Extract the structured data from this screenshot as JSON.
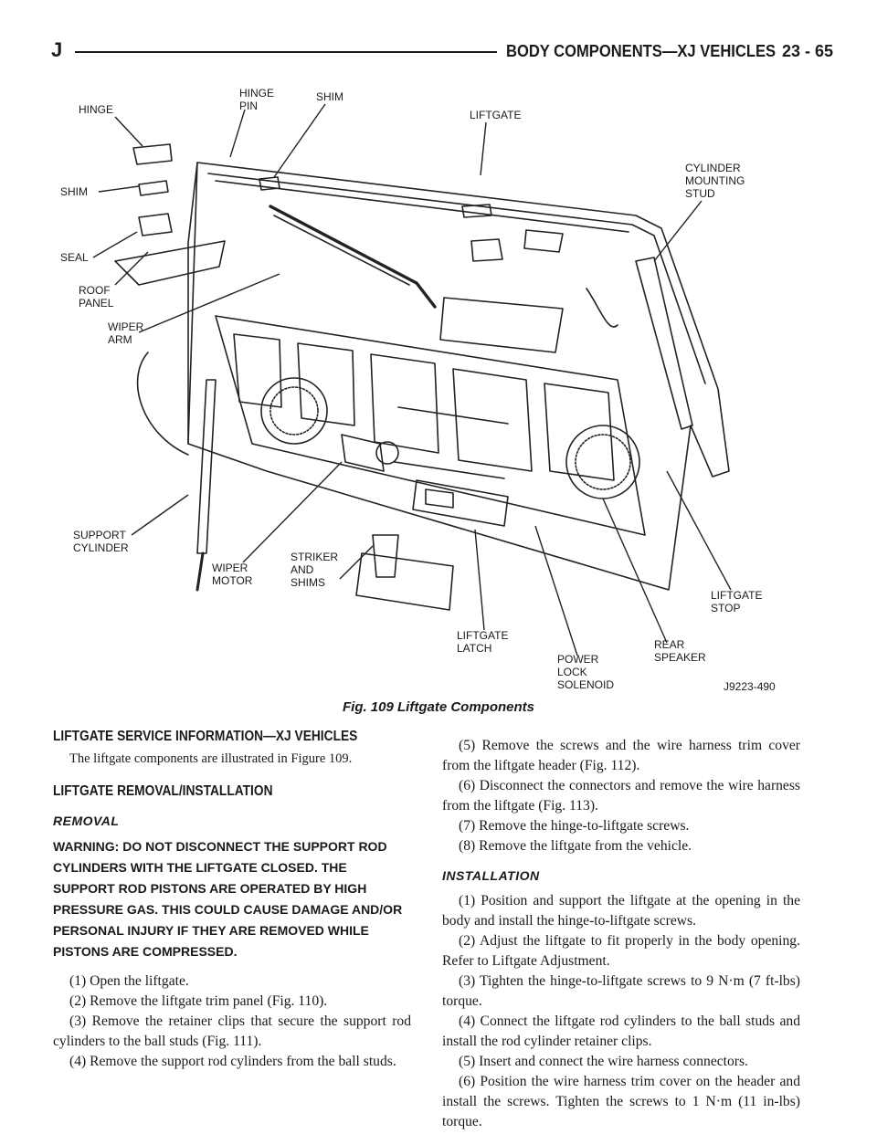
{
  "header": {
    "letter": "J",
    "title": "BODY COMPONENTS—XJ VEHICLES",
    "page": "23 - 65"
  },
  "figure": {
    "caption": "Fig. 109 Liftgate Components",
    "code": "J9223-490",
    "labels": {
      "hinge": "HINGE",
      "hinge_pin_1": "HINGE",
      "hinge_pin_2": "PIN",
      "shim_top": "SHIM",
      "liftgate": "LIFTGATE",
      "cyl_1": "CYLINDER",
      "cyl_2": "MOUNTING",
      "cyl_3": "STUD",
      "shim_left": "SHIM",
      "seal": "SEAL",
      "roof_1": "ROOF",
      "roof_2": "PANEL",
      "wiper_arm_1": "WIPER",
      "wiper_arm_2": "ARM",
      "support_1": "SUPPORT",
      "support_2": "CYLINDER",
      "wiper_motor_1": "WIPER",
      "wiper_motor_2": "MOTOR",
      "striker_1": "STRIKER",
      "striker_2": "AND",
      "striker_3": "SHIMS",
      "latch_1": "LIFTGATE",
      "latch_2": "LATCH",
      "power_1": "POWER",
      "power_2": "LOCK",
      "power_3": "SOLENOID",
      "speaker_1": "REAR",
      "speaker_2": "SPEAKER",
      "stop_1": "LIFTGATE",
      "stop_2": "STOP"
    }
  },
  "left": {
    "heading": "LIFTGATE SERVICE INFORMATION—XJ VEHICLES",
    "intro": "The liftgate components are illustrated in Figure 109.",
    "heading2": "LIFTGATE REMOVAL/INSTALLATION",
    "removal": "REMOVAL",
    "warning": "WARNING: DO NOT DISCONNECT THE SUPPORT ROD CYLINDERS WITH THE LIFTGATE CLOSED. THE SUPPORT ROD PISTONS ARE OPERATED BY HIGH PRESSURE GAS. THIS COULD CAUSE DAMAGE AND/OR PERSONAL INJURY IF THEY ARE REMOVED WHILE PISTONS ARE COMPRESSED.",
    "steps": [
      "(1) Open the liftgate.",
      "(2) Remove the liftgate trim panel (Fig. 110).",
      "(3) Remove the retainer clips that secure the support rod cylinders to the ball studs (Fig. 111).",
      "(4) Remove the support rod cylinders from the ball studs."
    ]
  },
  "right": {
    "steps": [
      "(5) Remove the screws and the wire harness trim cover from the liftgate header (Fig. 112).",
      "(6) Disconnect the connectors and remove the wire harness from the liftgate (Fig. 113).",
      "(7) Remove the hinge-to-liftgate screws.",
      "(8) Remove the liftgate from the vehicle."
    ],
    "installation": "INSTALLATION",
    "install_steps": [
      "(1) Position and support the liftgate at the opening in the body and install the hinge-to-liftgate screws.",
      "(2) Adjust the liftgate to fit properly in the body opening. Refer to Liftgate Adjustment.",
      "(3) Tighten the hinge-to-liftgate screws to 9 N·m (7 ft-lbs) torque.",
      "(4) Connect the liftgate rod cylinders to the ball studs and install the rod cylinder retainer clips.",
      "(5) Insert and connect the wire harness connectors.",
      "(6) Position the wire harness trim cover on the header and install the screws. Tighten the screws to 1 N·m (11 in-lbs) torque."
    ]
  }
}
